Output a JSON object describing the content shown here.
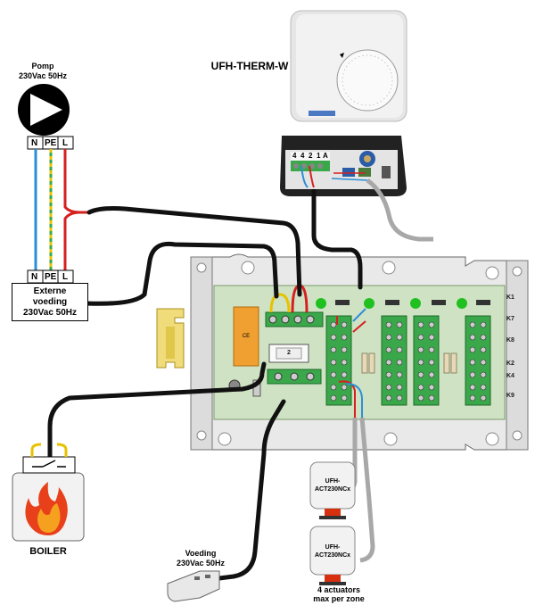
{
  "pump": {
    "title": "Pomp",
    "spec": "230Vac 50Hz",
    "terminals": [
      "N",
      "PE",
      "L"
    ]
  },
  "thermostat": {
    "label": "UFH-THERM-W",
    "terminals": [
      "4",
      "4",
      "2",
      "1",
      "A"
    ]
  },
  "external_supply": {
    "terminals": [
      "N",
      "PE",
      "L"
    ],
    "line1": "Externe",
    "line2": "voeding",
    "line3": "230Vac 50Hz"
  },
  "boiler": {
    "label": "BOILER"
  },
  "power_plug": {
    "line1": "Voeding",
    "line2": "230Vac 50Hz"
  },
  "actuators": {
    "model_line1": "UFH-",
    "model_line2": "ACT230NCx",
    "note_line1": "4 actuators",
    "note_line2": "max per zone"
  },
  "controller": {
    "side_labels": [
      "K1",
      "K7",
      "K8",
      "K2",
      "K4",
      "K9"
    ],
    "fuse_label": "2"
  },
  "colors": {
    "wire_black": "#111111",
    "wire_red": "#d62020",
    "wire_blue": "#2b8fd6",
    "wire_yellow": "#e8c200",
    "wire_green": "#3aa84a",
    "wire_grey": "#a8a8a8",
    "board_green": "#cfe3c4",
    "housing": "#e9e9e9"
  }
}
